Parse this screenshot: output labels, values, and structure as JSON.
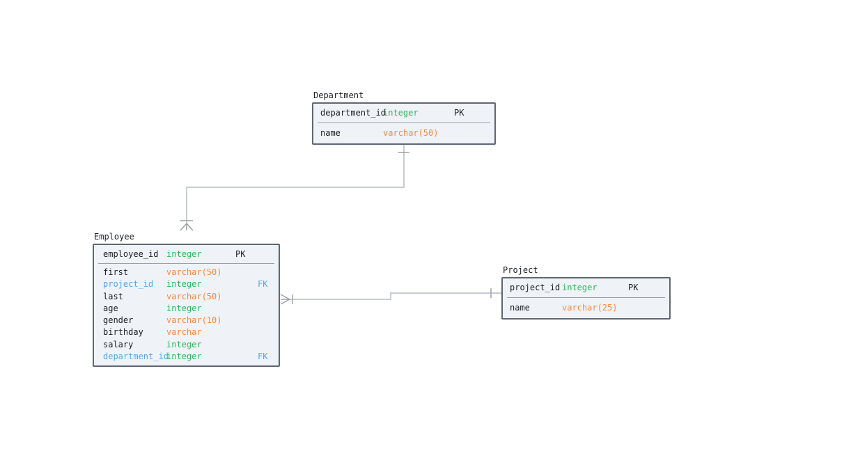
{
  "diagram": {
    "type": "entity-relationship-diagram",
    "colors": {
      "text": "#1b1e23",
      "integer_type": "#2eb85c",
      "varchar_type": "#f98a3c",
      "foreign_key": "#58a6e8",
      "box_background": "#eff3f7",
      "box_border": "#5f6673",
      "connector_line": "#c7cbd1",
      "connector_mark": "#9aa0a8"
    },
    "tables": [
      {
        "title": "Department",
        "columns": [
          {
            "name": "department_id",
            "type": "integer",
            "key": "PK"
          },
          {
            "name": "name",
            "type": "varchar(50)",
            "key": ""
          }
        ]
      },
      {
        "title": "Employee",
        "columns": [
          {
            "name": "employee_id",
            "type": "integer",
            "key": "PK"
          },
          {
            "name": "first",
            "type": "varchar(50)",
            "key": ""
          },
          {
            "name": "project_id",
            "type": "integer",
            "key": "FK"
          },
          {
            "name": "last",
            "type": "varchar(50)",
            "key": ""
          },
          {
            "name": "age",
            "type": "integer",
            "key": ""
          },
          {
            "name": "gender",
            "type": "varchar(10)",
            "key": ""
          },
          {
            "name": "birthday",
            "type": "varchar",
            "key": ""
          },
          {
            "name": "salary",
            "type": "integer",
            "key": ""
          },
          {
            "name": "department_id",
            "type": "integer",
            "key": "FK"
          }
        ]
      },
      {
        "title": "Project",
        "columns": [
          {
            "name": "project_id",
            "type": "integer",
            "key": "PK"
          },
          {
            "name": "name",
            "type": "varchar(25)",
            "key": ""
          }
        ]
      }
    ],
    "relationships": [
      {
        "from_table": "Department",
        "from_cardinality": "one",
        "to_table": "Employee",
        "to_column": "department_id",
        "to_cardinality": "many"
      },
      {
        "from_table": "Project",
        "from_cardinality": "one",
        "to_table": "Employee",
        "to_column": "project_id",
        "to_cardinality": "many"
      }
    ]
  }
}
